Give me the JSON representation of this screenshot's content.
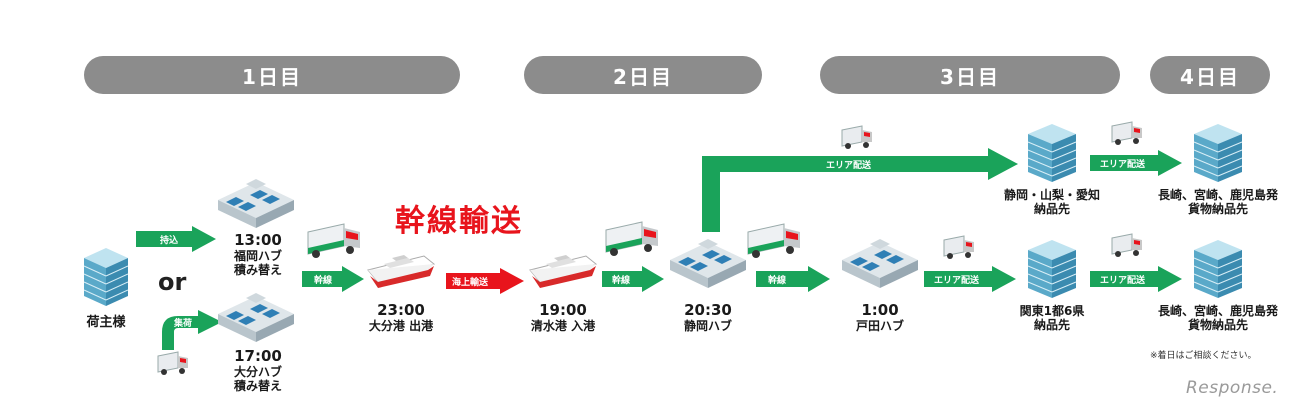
{
  "days": [
    "1日目",
    "2日目",
    "3日目",
    "4日目"
  ],
  "title": "幹線輸送",
  "shipper": "荷主様",
  "or_text": "or",
  "arrow_labels": {
    "mochikomi": "持込",
    "shuka": "集荷",
    "kansen": "幹線",
    "kaijo": "海上輸送",
    "area": "エリア配送"
  },
  "stops": {
    "fukuoka": {
      "time": "13:00",
      "line1": "福岡ハブ",
      "line2": "積み替え"
    },
    "oita_hub": {
      "time": "17:00",
      "line1": "大分ハブ",
      "line2": "積み替え"
    },
    "oita_port": {
      "time": "23:00",
      "line1": "大分港 出港"
    },
    "shimizu": {
      "time": "19:00",
      "line1": "清水港 入港"
    },
    "shizuoka": {
      "time": "20:30",
      "line1": "静岡ハブ"
    },
    "toda": {
      "time": "1:00",
      "line1": "戸田ハブ"
    }
  },
  "destinations": {
    "d1": {
      "line1": "静岡・山梨・愛知",
      "line2": "納品先"
    },
    "d2": {
      "line1": "長崎、宮崎、鹿児島発",
      "line2": "貨物納品先"
    },
    "d3": {
      "line1": "関東1都6県",
      "line2": "納品先"
    },
    "d4": {
      "line1": "長崎、宮崎、鹿児島発",
      "line2": "貨物納品先"
    }
  },
  "note": "※着日はご相談ください。",
  "watermark": "Response.",
  "colors": {
    "green": "#1aa35a",
    "red": "#e8141c",
    "pill": "#8c8c8c"
  }
}
